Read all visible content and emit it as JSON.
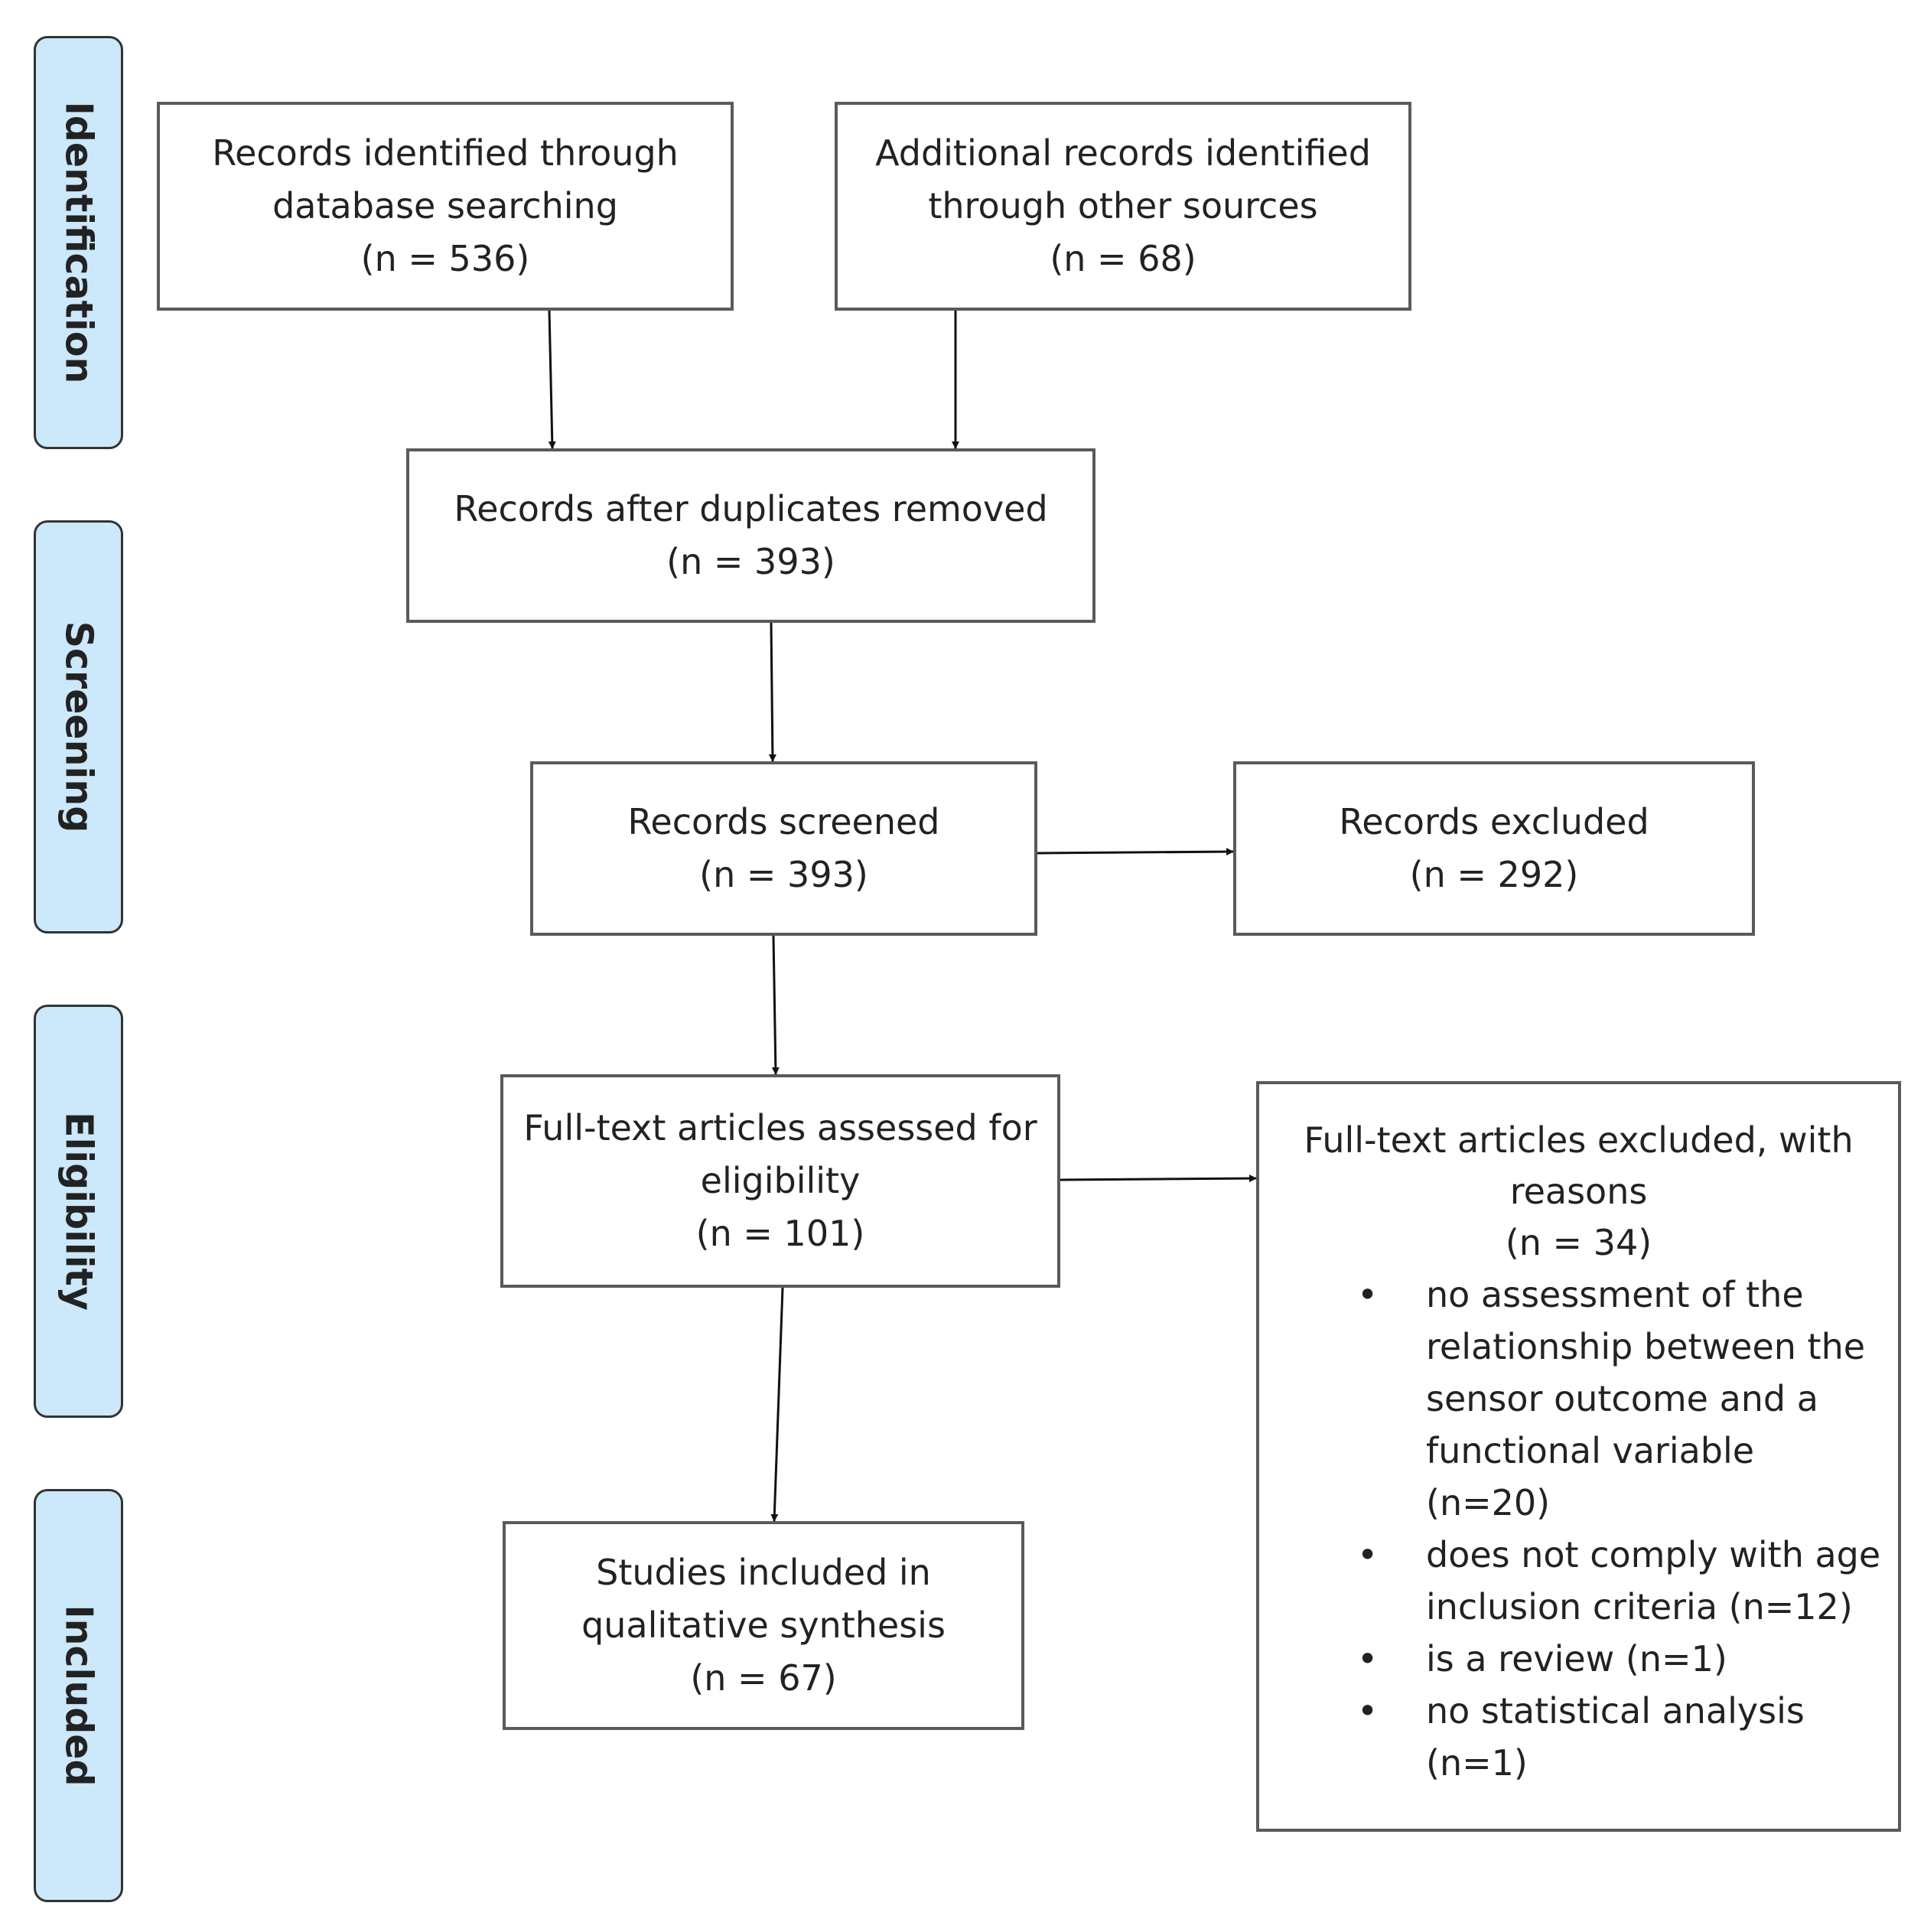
{
  "phases": {
    "identification": "Identification",
    "screening": "Screening",
    "eligibility": "Eligibility",
    "included": "Included"
  },
  "boxes": {
    "db_search": {
      "line1": "Records identified through",
      "line2": "database searching",
      "count": "(n = 536)"
    },
    "other_sources": {
      "line1": "Additional records identified",
      "line2": "through other sources",
      "count": "(n = 68)"
    },
    "duplicates_removed": {
      "line1": "Records after duplicates removed",
      "count": "(n = 393)"
    },
    "screened": {
      "line1": "Records screened",
      "count": "(n = 393)"
    },
    "excluded": {
      "line1": "Records excluded",
      "count": "(n = 292)"
    },
    "fulltext_assessed": {
      "line1": "Full-text articles assessed for",
      "line2": "eligibility",
      "count": "(n = 101)"
    },
    "fulltext_excluded": {
      "line1": "Full-text articles excluded, with",
      "line2": "reasons",
      "count": "(n = 34)",
      "reasons": [
        [
          "no assessment of the",
          "relationship between the",
          "sensor outcome and a",
          "functional variable (n=20)"
        ],
        [
          "does not comply with age",
          "inclusion criteria (n=12)"
        ],
        [
          "is a review (n=1)"
        ],
        [
          "no statistical analysis",
          "(n=1)"
        ]
      ]
    },
    "included": {
      "line1": "Studies included in",
      "line2": "qualitative synthesis",
      "count": "(n = 67)"
    }
  },
  "colors": {
    "phase_fill": "#cce8fb",
    "phase_border": "#333333",
    "box_border": "#5a5a5a",
    "arrow": "#111111",
    "text": "#222222"
  }
}
